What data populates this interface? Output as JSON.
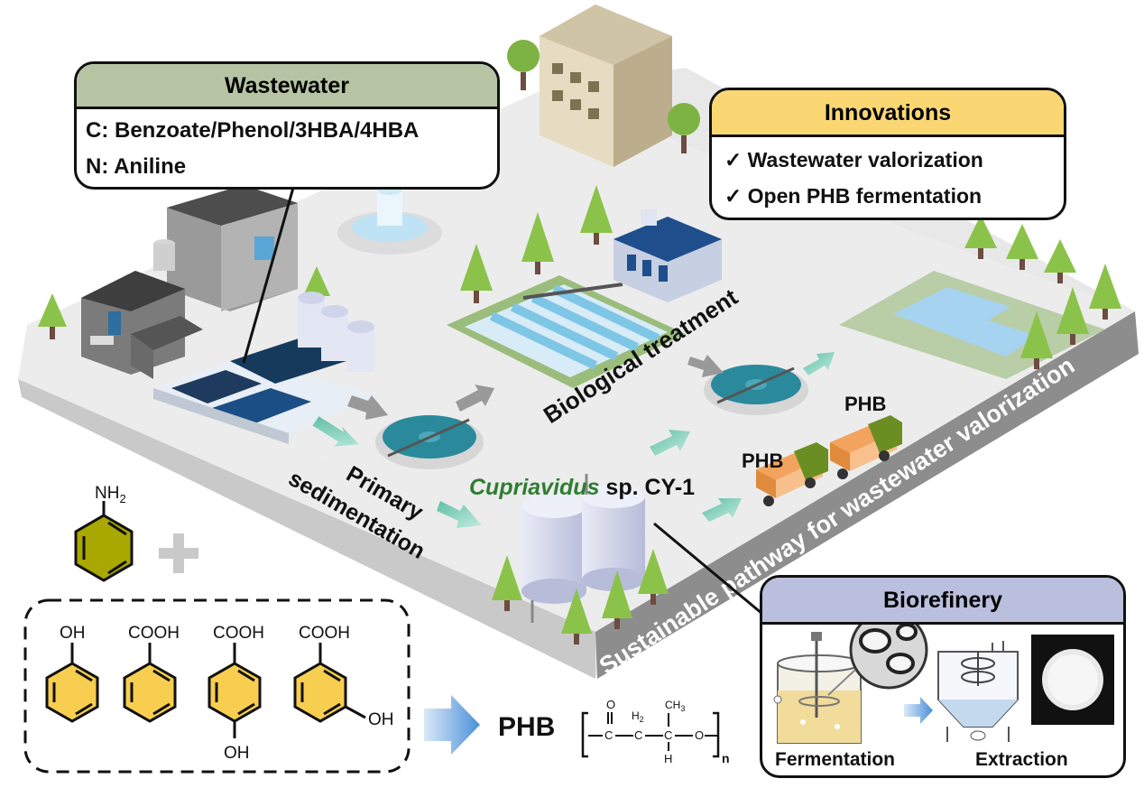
{
  "wastewater": {
    "title": "Wastewater",
    "carbon_line": "C: Benzoate/Phenol/3HBA/4HBA",
    "nitrogen_line": "N: Aniline",
    "header_color": "#b6c4a4"
  },
  "innovations": {
    "title": "Innovations",
    "items": [
      "✓ Wastewater valorization",
      "✓ Open PHB fermentation"
    ],
    "header_color": "#fad773"
  },
  "biorefinery": {
    "title": "Biorefinery",
    "fermentation_label": "Fermentation",
    "extraction_label": "Extraction",
    "header_color": "#b9bfdc"
  },
  "scene_labels": {
    "primary_line1": "Primary",
    "primary_line2": "sedimentation",
    "biological": "Biological treatment",
    "organism_italic": "Cupriavidus",
    "organism_rest": " sp. CY-1",
    "phb_truck_1": "PHB",
    "phb_truck_2": "PHB",
    "pathway": "Sustainable pathway for wastewater valorization"
  },
  "chemistry": {
    "aniline_group": "NH",
    "aniline_sub": "2",
    "phenol_group": "OH",
    "benzoate_group": "COOH",
    "hba4_top": "COOH",
    "hba4_bottom": "OH",
    "hba3_top": "COOH",
    "hba3_side": "OH",
    "product": "PHB",
    "poly_o": "O",
    "poly_c1": "C",
    "poly_c2": "C",
    "poly_h2": "H",
    "poly_h2_sub": "2",
    "poly_ch3": "CH",
    "poly_ch3_sub": "3",
    "poly_c3": "C",
    "poly_h": "H",
    "poly_o2": "O",
    "poly_n": "n"
  },
  "colors": {
    "ground": "#ececec",
    "ground_side": "#c9c9c9",
    "ground_front": "#8d8d8d",
    "aniline_ring": "#a8a800",
    "aromatic_ring": "#f7ce4f",
    "plus": "#c9c9c9",
    "arrow_blue": "#6fa8dc",
    "arrow_teal": "#79c8b0",
    "arrow_gray": "#999999",
    "organism_text": "#2e7d32"
  }
}
